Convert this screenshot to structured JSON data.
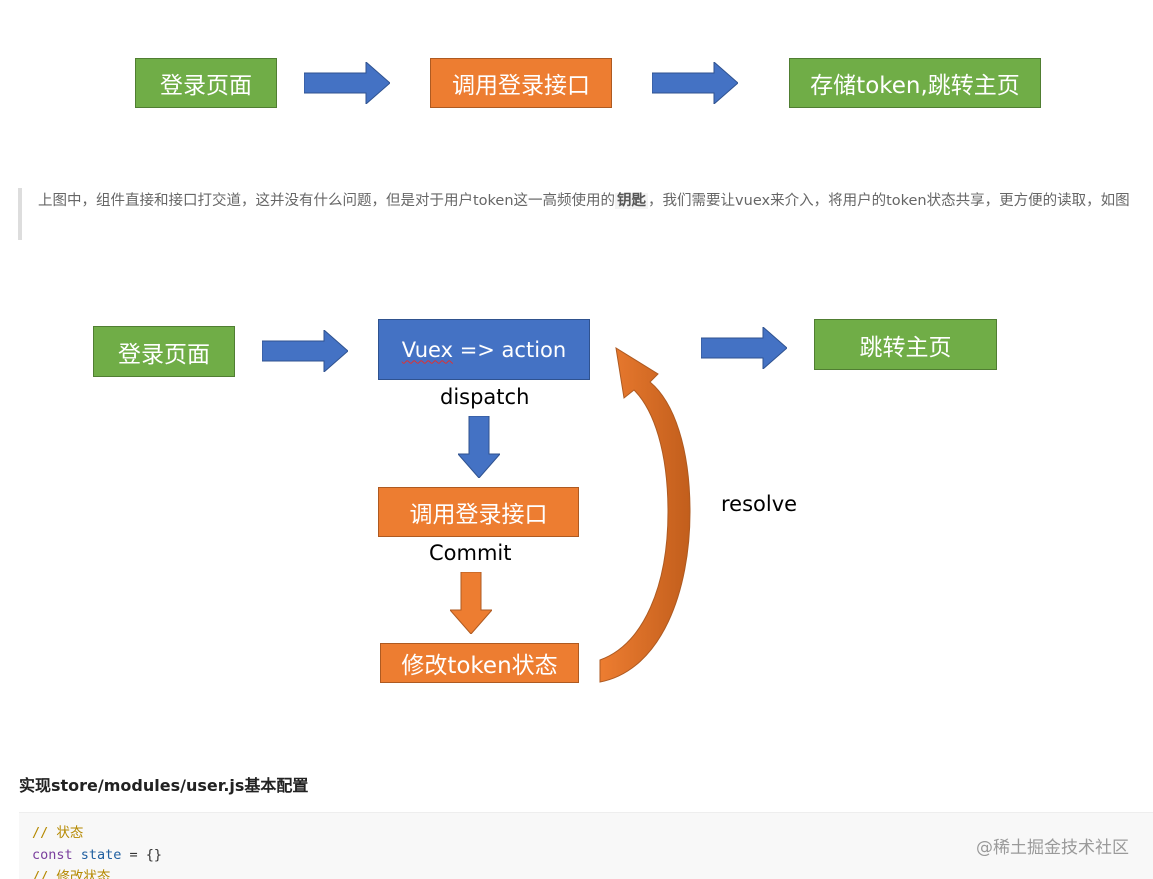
{
  "flow1": {
    "step1": "登录页面",
    "step2": "调用登录接口",
    "step3": "存储token,跳转主页"
  },
  "quote": {
    "before": "上图中，组件直接和接口打交道，这并没有什么问题，但是对于用户token这一高频使用的",
    "strong": "钥匙",
    "after": "，我们需要让vuex来介入，将用户的token状态共享，更方便的读取，如图"
  },
  "flow2": {
    "login_page": "登录页面",
    "vuex_word": "Vuex",
    "vuex_rest": " => action",
    "dispatch": "dispatch",
    "call_api": "调用登录接口",
    "commit": "Commit",
    "modify_token": "修改token状态",
    "resolve": "resolve",
    "jump_home": "跳转主页"
  },
  "colors": {
    "green": "#70ad47",
    "orange": "#ed7d31",
    "blue": "#4472c4"
  },
  "section": {
    "heading": "实现store/modules/user.js基本配置"
  },
  "code": {
    "line1_comment": "// 状态",
    "line2_kw": "const",
    "line2_var": "state",
    "line2_rest": " = {}",
    "line3_comment": "// 修改状态"
  },
  "watermark": "@稀土掘金技术社区"
}
